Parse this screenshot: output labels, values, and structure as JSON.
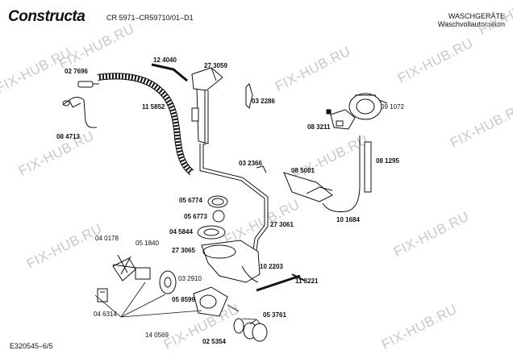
{
  "header": {
    "brand": "Constructa",
    "model": "CR 5971–CR59710/01–D1",
    "category_line1": "WASCHGERÄTE",
    "category_line2": "Waschvollautomaten"
  },
  "footer": {
    "code": "E320545–6/5"
  },
  "watermark": {
    "text": "FIX-HUB.RU"
  },
  "parts": {
    "p027696": "02 7696",
    "p084713": "08 4713",
    "p124040": "12 4040",
    "p273059": "27 3059",
    "p115852": "11 5852",
    "p032286": "03 2286",
    "p091072": "09 1072",
    "p083211": "08 3211",
    "p081295": "08 1295",
    "p032366": "03 2366",
    "p085001": "08 5001",
    "p056774": "05 6774",
    "p056773": "05 6773",
    "p045844": "04 5844",
    "p273065": "27 3065",
    "p273061": "27 3061",
    "p101684": "10 1684",
    "p040178": "04 0178",
    "p051840": "05 1840",
    "p032910": "03 2910",
    "p102203": "10 2203",
    "p113221": "11 3221",
    "p046314": "04 6314",
    "p058599": "05 8599",
    "p053761": "05 3761",
    "p140569": "14 0569",
    "p025354": "02 5354"
  }
}
